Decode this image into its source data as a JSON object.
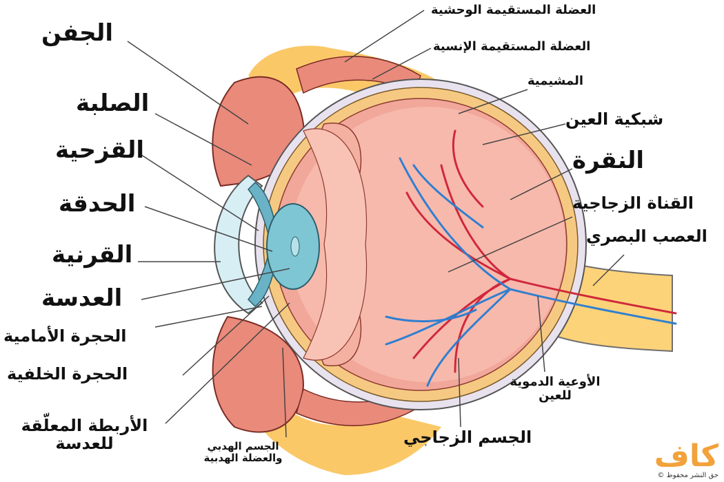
{
  "labels": {
    "eyelid": "الجفن",
    "sclera": "الصلبة",
    "iris": "القزحية",
    "pupil": "الحدقة",
    "cornea": "القرنية",
    "lens": "العدسة",
    "anterior_chamber": "الحجرة الأمامية",
    "posterior_chamber": "الحجرة الخلفية",
    "suspensory_line1": "الأربطة المعلّقة",
    "suspensory_line2": "للعدسة",
    "ciliary_line1": "الجسم الهدبي",
    "ciliary_line2": "والعضلة الهدبية",
    "vitreous_body": "الجسم الزجاجي",
    "vessels_line1": "الأوعية الدموية",
    "vessels_line2": "للعين",
    "optic_nerve": "العصب البصري",
    "hyaloid_canal": "القناة الزجاجية",
    "fovea": "النقرة",
    "retina": "شبكية العين",
    "choroid": "المشيمية",
    "medial_rectus": "العضلة المستقيمة الإنسية",
    "lateral_rectus": "العضلة المستقيمة الوحشية"
  },
  "brand": {
    "logo": "كاف",
    "copyright": "حق النشر محفوظ ©"
  },
  "colors": {
    "sclera": "#e8e2ef",
    "choroid": "#f6c982",
    "retina_fill": "#f1a79a",
    "vitreous": "#f7b9ac",
    "cornea": "#d7eef5",
    "lens": "#7fc6d4",
    "iris": "#6ab3c6",
    "ciliary": "#f4b0a0",
    "muscle": "#e98a7b",
    "fat": "#fbc868",
    "nerve": "#fdd37a",
    "vein": "#2f7fd0",
    "artery": "#d0283a"
  }
}
